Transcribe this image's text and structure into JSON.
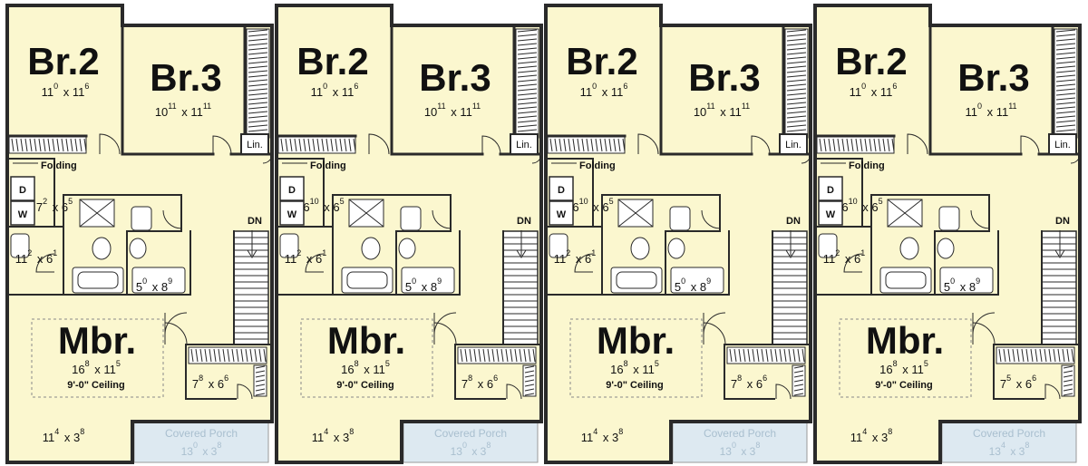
{
  "plan": {
    "colors": {
      "floor": "#fbf7cf",
      "wall": "#2a2a2a",
      "porch": "#dde9f1",
      "porch_text": "#a9bfcf"
    },
    "units": [
      {
        "br2_dims": {
          "a": "11",
          "a_sup": "0",
          "b": "x 11",
          "b_sup": "6"
        },
        "br3_dims": {
          "a": "10",
          "a_sup": "11",
          "b": "x 11",
          "b_sup": "11"
        }
      },
      {
        "br2_dims": {
          "a": "11",
          "a_sup": "0",
          "b": "x 11",
          "b_sup": "6"
        },
        "br3_dims": {
          "a": "10",
          "a_sup": "11",
          "b": "x 11",
          "b_sup": "11"
        }
      },
      {
        "br2_dims": {
          "a": "11",
          "a_sup": "0",
          "b": "x 11",
          "b_sup": "6"
        },
        "br3_dims": {
          "a": "10",
          "a_sup": "11",
          "b": "x 11",
          "b_sup": "11"
        }
      },
      {
        "br2_dims": {
          "a": "11",
          "a_sup": "0",
          "b": "x 11",
          "b_sup": "6"
        },
        "br3_dims": {
          "a": "11",
          "a_sup": "0",
          "b": "x 11",
          "b_sup": "11"
        }
      }
    ],
    "labels": {
      "br2": "Br.2",
      "br3": "Br.3",
      "mbr": "Mbr.",
      "mbr_dims": {
        "a": "16",
        "a_sup": "8",
        "b": "x 11",
        "b_sup": "5"
      },
      "ceiling": "9'-0\" Ceiling",
      "lin": "Lin.",
      "folding": "Folding",
      "dryer": "D",
      "washer": "W",
      "laundry_dims_unit1": {
        "a": "7",
        "a_sup": "2",
        "b": "x 6",
        "b_sup": "5"
      },
      "laundry_dims_other": {
        "a": "6",
        "a_sup": "10",
        "b": "x 6",
        "b_sup": "5"
      },
      "bath_dims": {
        "a": "11",
        "a_sup": "2",
        "b": "x 6",
        "b_sup": "1"
      },
      "bath2_dims": {
        "a": "5",
        "a_sup": "0",
        "b": "x 8",
        "b_sup": "9"
      },
      "wic_dims_unit4": {
        "a": "7",
        "a_sup": "5",
        "b": "x 6",
        "b_sup": "6"
      },
      "wic_dims": {
        "a": "7",
        "a_sup": "8",
        "b": "x 6",
        "b_sup": "6"
      },
      "stair_dn": "DN",
      "balcony_dims": {
        "a": "11",
        "a_sup": "4",
        "b": "x 3",
        "b_sup": "8"
      },
      "porch_name": "Covered Porch",
      "porch_dims": {
        "a": "13",
        "a_sup": "0",
        "b": "x 3",
        "b_sup": "8"
      },
      "porch_dims_unit4": {
        "a": "13",
        "a_sup": "4",
        "b": "x 3",
        "b_sup": "8"
      }
    }
  }
}
